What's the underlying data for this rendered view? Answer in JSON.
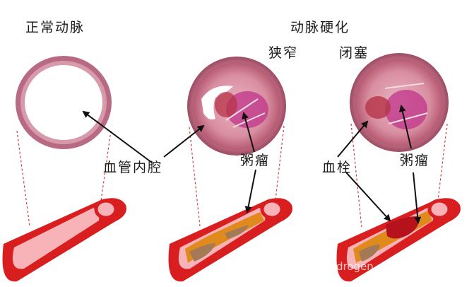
{
  "labels": {
    "normal_artery": "正常动脉",
    "atherosclerosis": "动脉硬化",
    "stenosis": "狭窄",
    "occlusion": "闭塞",
    "lumen": "血管内腔",
    "atheroma_1": "粥瘤",
    "thrombus": "血栓",
    "atheroma_2": "粥瘤"
  },
  "watermark": "drogen",
  "colors": {
    "vessel_red": "#d81e1e",
    "lumen_pink": "#f7b3b8",
    "plaque_orange": "#e08a1e",
    "plaque_tan": "#a47a56",
    "thrombus_red": "#b5121b",
    "tissue_pink": "#c7657e",
    "atheroma_magenta": "#c23a8c"
  }
}
